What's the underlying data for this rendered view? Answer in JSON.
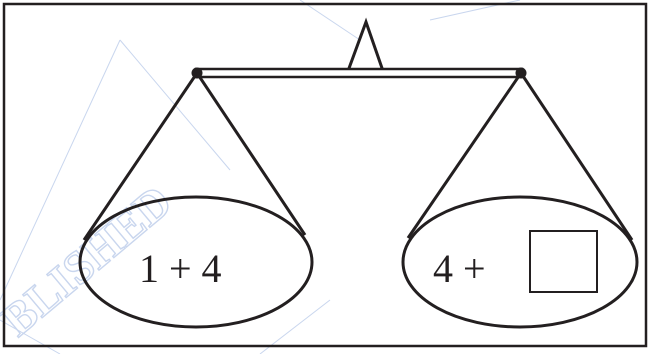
{
  "balance": {
    "left_pan": {
      "expression": "1 + 4"
    },
    "right_pan": {
      "expression": "4 + ",
      "answer_box": ""
    }
  },
  "watermark": {
    "text": "BLISHED"
  },
  "colors": {
    "ink": "#231f20",
    "watermark_blue": "#c9d6ee",
    "background": "#ffffff"
  },
  "icons": [
    "balance-scale-icon",
    "fulcrum-icon",
    "answer-box"
  ]
}
